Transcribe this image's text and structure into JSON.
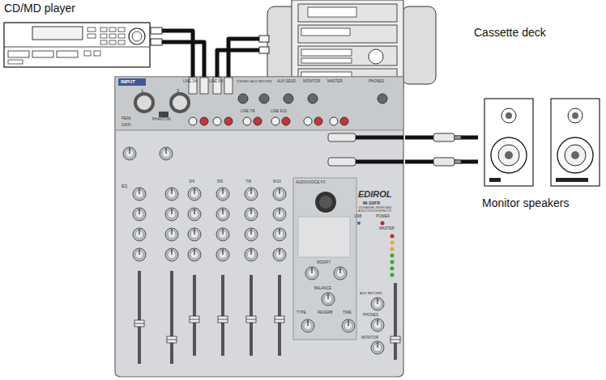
{
  "diagram": {
    "nodes": [
      {
        "text": [
          "CD/MD player"
        ]
      },
      {
        "text": [
          "Cassette deck"
        ]
      },
      {
        "text": [
          "EDIROL",
          "M-10FX",
          "10CHANNEL MIXER AND AUDIO/VOICE EFFECTS"
        ]
      },
      {
        "text": [
          "Monitor speakers"
        ]
      }
    ],
    "edges": [
      {
        "from": 0,
        "to": 2,
        "arrow": "none"
      },
      {
        "from": 0,
        "to": 2,
        "arrow": "none"
      },
      {
        "from": 1,
        "to": 2,
        "arrow": "none"
      },
      {
        "from": 1,
        "to": 2,
        "arrow": "none"
      },
      {
        "from": 2,
        "to": 3,
        "arrow": "none"
      },
      {
        "from": 2,
        "to": 3,
        "arrow": "none"
      }
    ],
    "labels": [
      "INPUT",
      "1",
      "2",
      "PEAK",
      "GAIN",
      "PHANTOM",
      "LINE 3/4",
      "LINE 5/6",
      "STEREO AUX RETURN",
      "AUX SEND",
      "MONITOR",
      "MASTER",
      "PHONES",
      "LINE 7/8",
      "LINE 9/10",
      "EQ",
      "3/4",
      "5/6",
      "7/8",
      "9/10",
      "AUDIO/VOICE FX",
      "MODIFY",
      "BALANCE",
      "TYPE",
      "REVERB",
      "TIME",
      "USB",
      "POWER",
      "MASTER",
      "AUX RETURN",
      "PHONES",
      "MONITOR"
    ]
  }
}
